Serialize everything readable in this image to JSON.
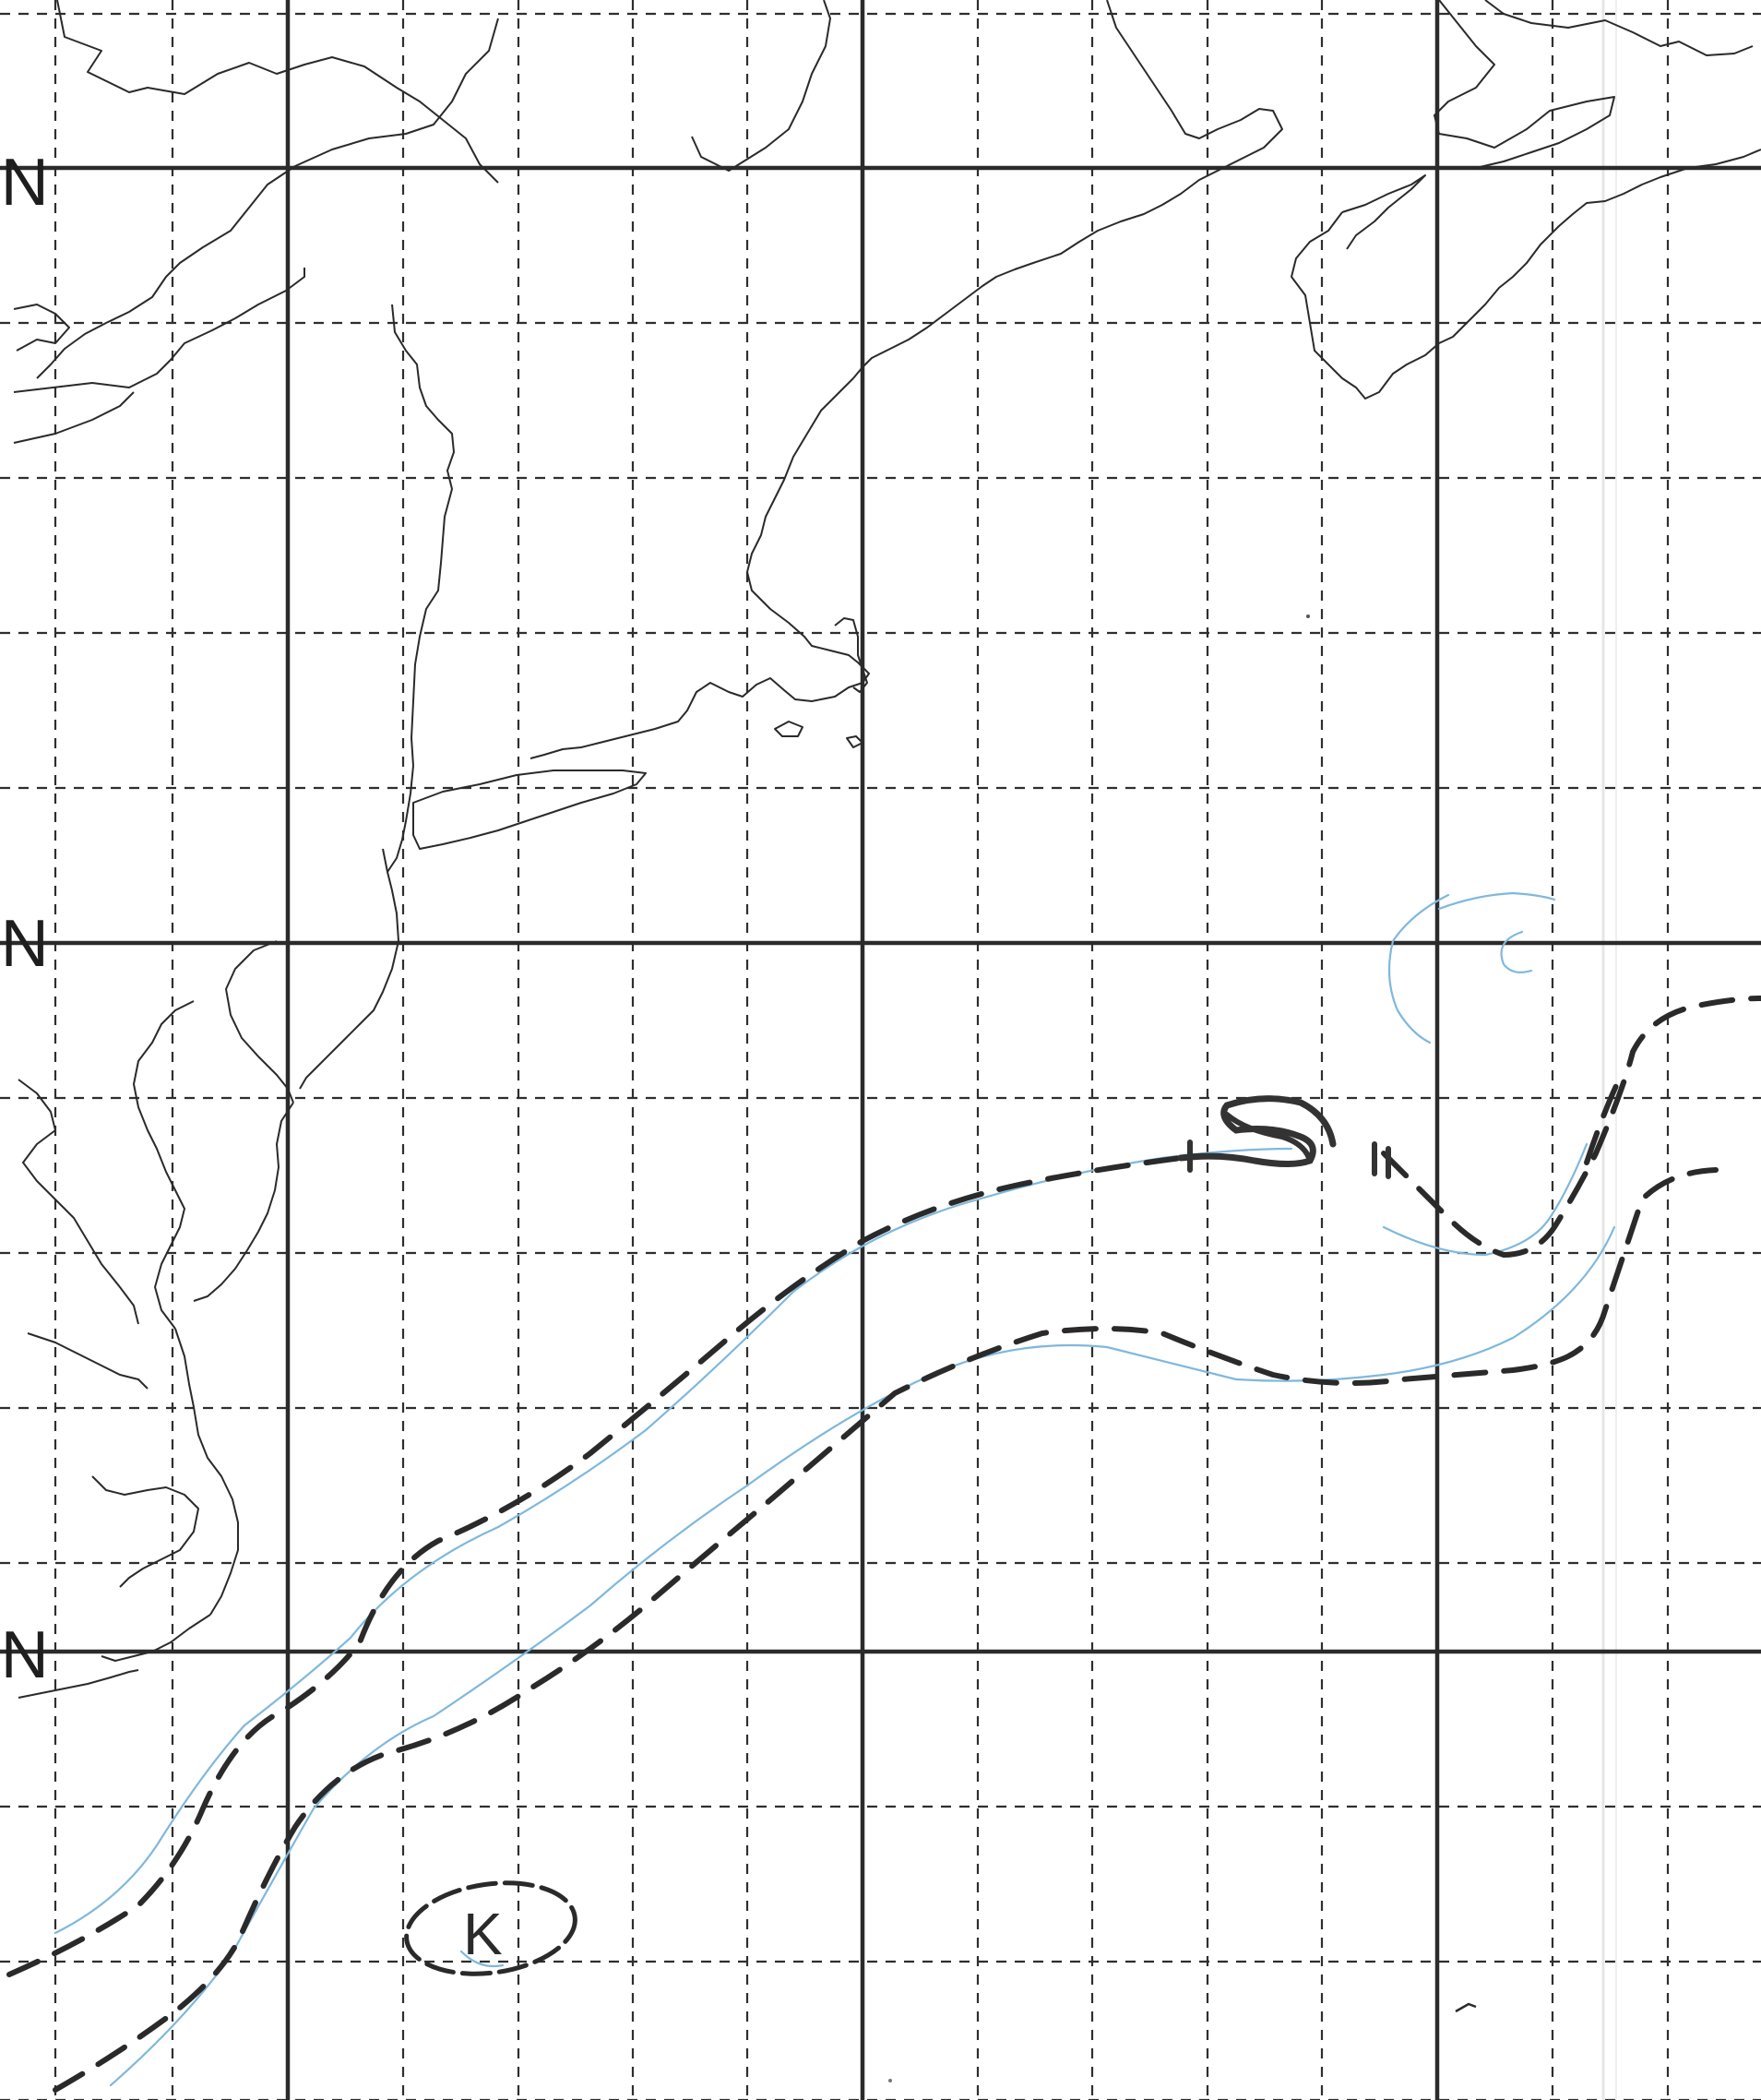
{
  "map": {
    "lat_labels": [
      {
        "text": "°N"
      },
      {
        "text": "°N"
      },
      {
        "text": "°N"
      }
    ],
    "ink_color": "#2a2a2a",
    "grid_color": "#2e2e2e",
    "pencil_color": "#7fb8dc",
    "drawn_features": {
      "dashed_current_boundaries": 2,
      "circled_mark": "K"
    }
  }
}
